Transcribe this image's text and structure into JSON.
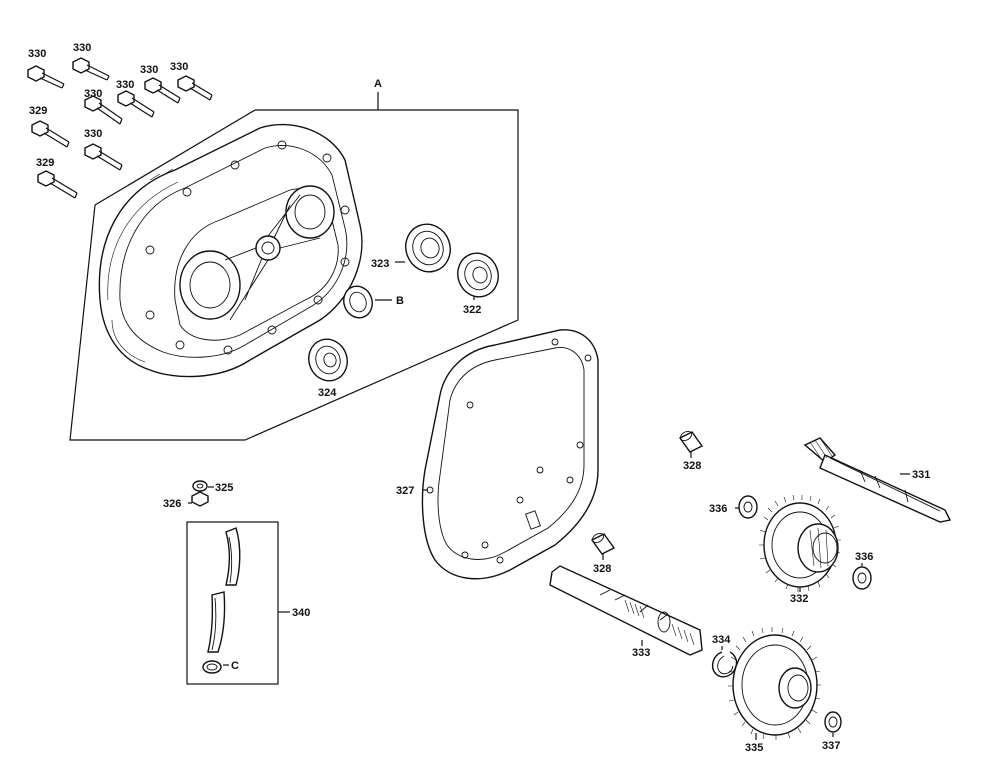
{
  "diagram": {
    "parts": {
      "bolt_330_a": "330",
      "bolt_330_b": "330",
      "bolt_330_c": "330",
      "bolt_330_d": "330",
      "bolt_330_e": "330",
      "bolt_330_f": "330",
      "bolt_330_g": "330",
      "bolt_329_a": "329",
      "bolt_329_b": "329",
      "assembly_A": "A",
      "bearing_323": "323",
      "bearing_322": "322",
      "needle_B": "B",
      "bearing_324": "324",
      "gasket_327": "327",
      "pin_328_a": "328",
      "pin_328_b": "328",
      "shaft_331": "331",
      "washer_336_a": "336",
      "washer_336_b": "336",
      "gear_332": "332",
      "shaft_333": "333",
      "clip_334": "334",
      "gear_335": "335",
      "washer_337": "337",
      "seal_325": "325",
      "plug_326": "326",
      "hose_340": "340",
      "clamp_C": "C"
    }
  }
}
